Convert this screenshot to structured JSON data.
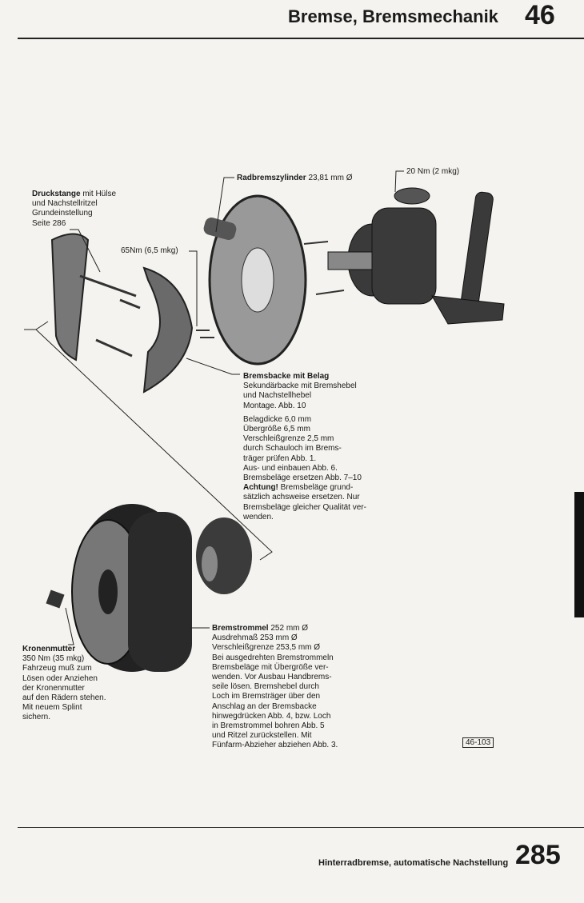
{
  "header": {
    "title": "Bremse, Bremsmechanik",
    "chapter": "46"
  },
  "labels": {
    "druckstange": {
      "bold": "Druckstange",
      "rest": " mit Hülse",
      "lines": [
        "und Nachstellritzel",
        "Grundeinstellung",
        "Seite 286"
      ]
    },
    "radbremszylinder": {
      "bold": "Radbremszylinder",
      "rest": " 23,81 mm Ø"
    },
    "torque_20": "20 Nm (2 mkg)",
    "torque_65": "65Nm (6,5 mkg)",
    "bremsbacke": {
      "bold": "Bremsbacke mit Belag",
      "lines": [
        "Sekundärbacke mit Bremshebel",
        "und Nachstellhebel",
        "Montage.  Abb. 10"
      ],
      "specs": [
        "Belagdicke   6,0 mm",
        "Übergröße   6,5 mm",
        "Verschleißgrenze 2,5 mm",
        "durch Schauloch im Brems-",
        "träger prüfen  Abb. 1.",
        "Aus- und einbauen  Abb. 6.",
        "Bremsbeläge ersetzen  Abb. 7–10"
      ],
      "warning_bold": "Achtung!",
      "warning_rest": " Bremsbeläge grund-",
      "warning_lines": [
        "sätzlich achsweise ersetzen. Nur",
        "Bremsbeläge gleicher Qualität ver-",
        "wenden."
      ]
    },
    "bremstrommel": {
      "bold": "Bremstrommel",
      "rest": " 252 mm Ø",
      "lines": [
        "Ausdrehmaß 253 mm Ø",
        "Verschleißgrenze 253,5 mm Ø",
        "Bei ausgedrehten Bremstrommeln",
        "Bremsbeläge mit Übergröße ver-",
        "wenden. Vor Ausbau Handbrems-",
        "seile lösen. Bremshebel durch",
        "Loch im Bremsträger über den",
        "Anschlag an der Bremsbacke",
        "hinwegdrücken Abb. 4, bzw. Loch",
        "in Bremstrommel bohren Abb. 5",
        "und Ritzel zurückstellen. Mit",
        "Fünfarm-Abzieher abziehen Abb. 3."
      ]
    },
    "kronenmutter": {
      "bold": "Kronenmutter",
      "lines": [
        "350 Nm (35 mkg)",
        "Fahrzeug muß zum",
        "Lösen oder Anziehen",
        "der Kronenmutter",
        "auf den Rädern stehen.",
        "Mit neuem Splint",
        "sichern."
      ]
    }
  },
  "figure_ref": "46-103",
  "footer": {
    "title": "Hinterradbremse, automatische Nachstellung",
    "page": "285"
  }
}
